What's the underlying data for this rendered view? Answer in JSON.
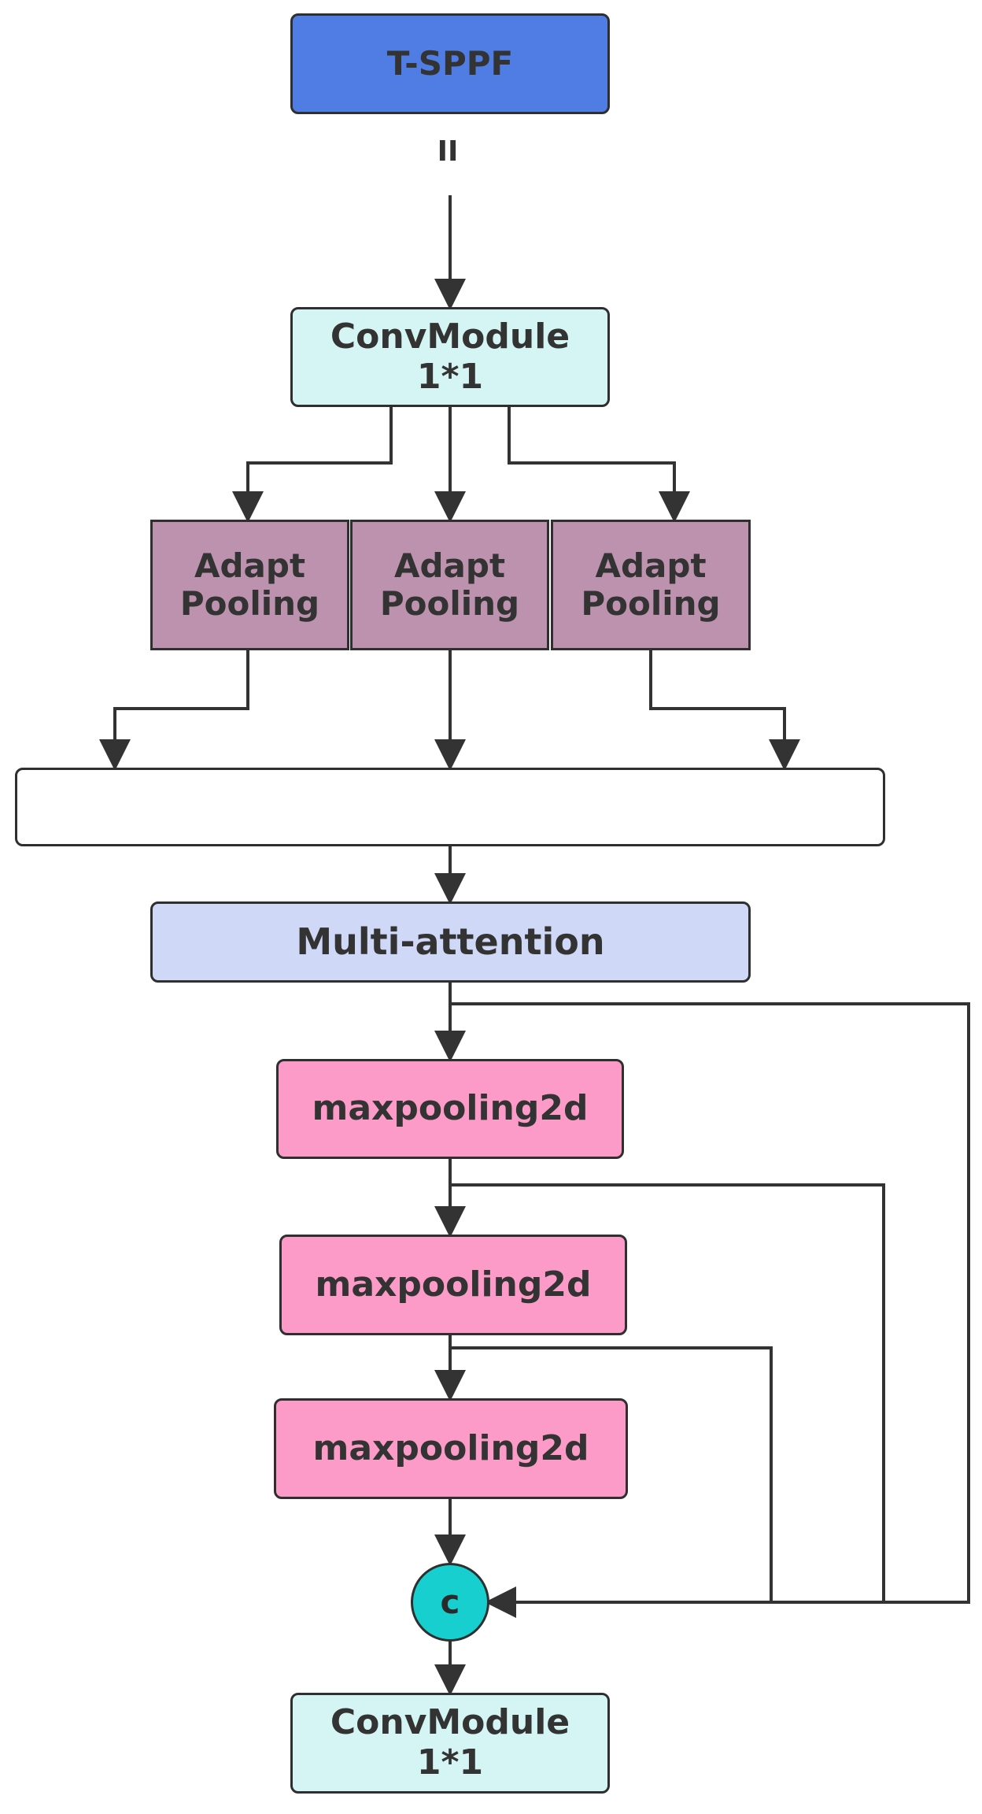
{
  "nodes": {
    "tsppf": {
      "label": "T-SPPF",
      "fill": "#4f7de3"
    },
    "conv_in": {
      "label": "ConvModule\n1*1",
      "fill": "#d4f5f4"
    },
    "pools": [
      {
        "label": "Adapt\nPooling",
        "fill": "#bd92ae"
      },
      {
        "label": "Adapt\nPooling",
        "fill": "#bd92ae"
      },
      {
        "label": "Adapt\nPooling",
        "fill": "#bd92ae"
      }
    ],
    "concat_bar": {
      "label": "",
      "fill": "#ffffff"
    },
    "attention": {
      "label": "Multi-attention",
      "fill": "#d0d8f8"
    },
    "maxpools": [
      {
        "label": "maxpooling2d",
        "fill": "#fc9ac8"
      },
      {
        "label": "maxpooling2d",
        "fill": "#fc9ac8"
      },
      {
        "label": "maxpooling2d",
        "fill": "#fc9ac8"
      }
    ],
    "concat_c": {
      "label": "c",
      "fill": "#17cfcf"
    },
    "conv_out": {
      "label": "ConvModule\n1*1",
      "fill": "#d4f5f4"
    }
  },
  "equals_glyph": "II",
  "colors": {
    "stroke": "#333333",
    "text": "#333333"
  }
}
